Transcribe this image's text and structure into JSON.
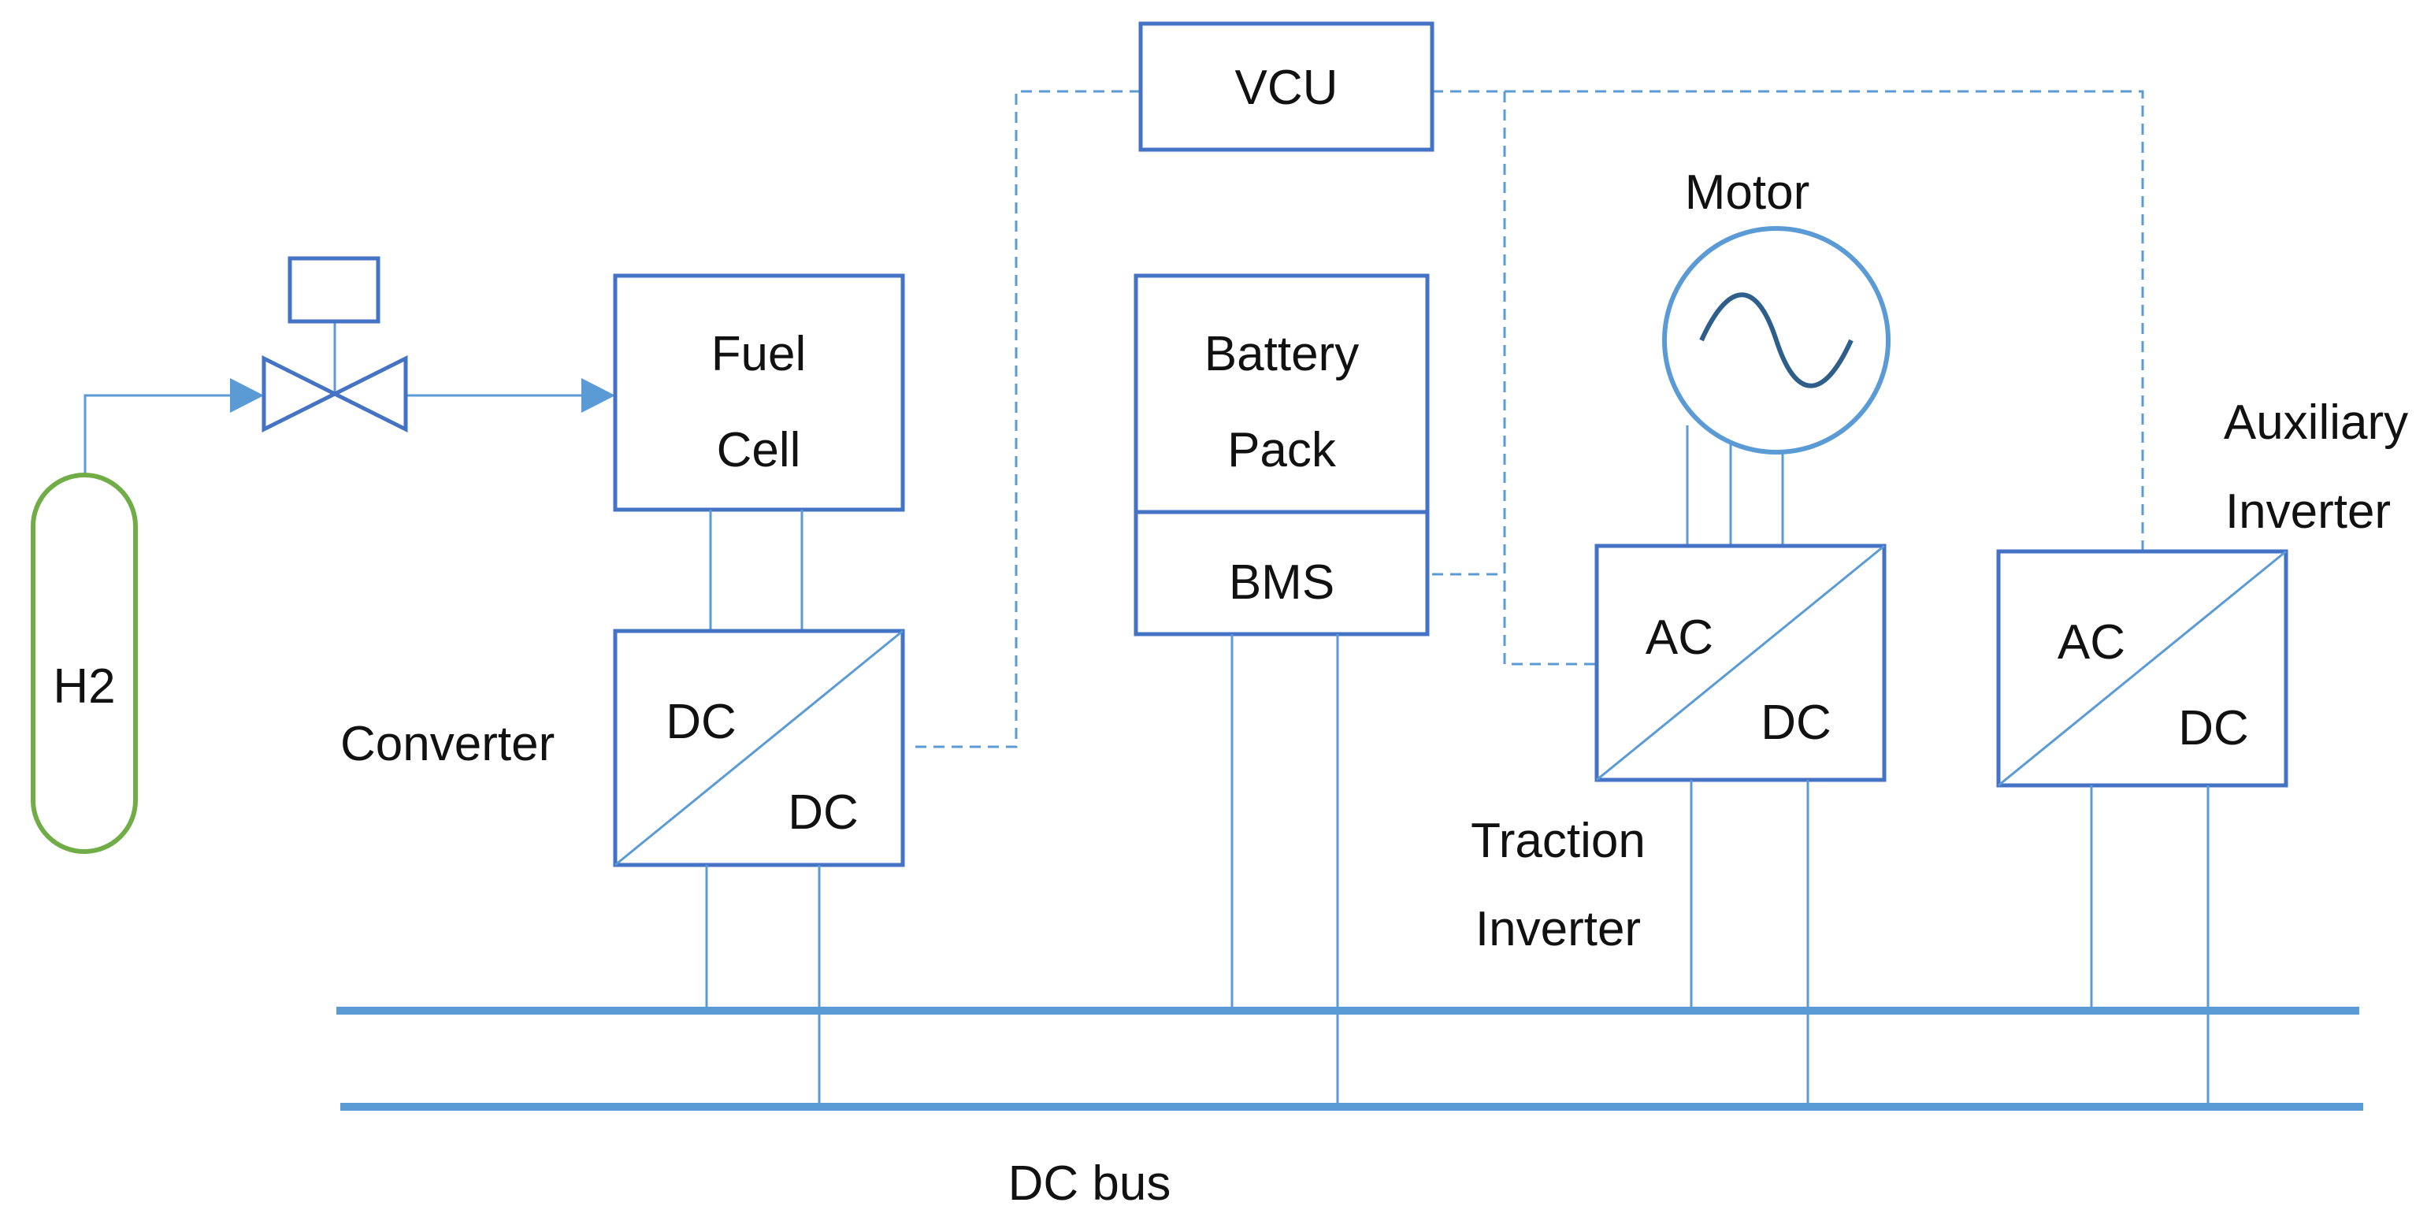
{
  "colors": {
    "box_stroke": "#4472C4",
    "wire": "#5B9BD5",
    "tank_stroke": "#70AD47",
    "motor_stroke": "#5B9BD5",
    "sine_stroke": "#2E5F8A",
    "text": "#111111"
  },
  "icons": {
    "valve": "valve-icon",
    "sine": "sine-wave-icon",
    "arrow": "arrow-head-icon"
  },
  "labels": {
    "vcu": "VCU",
    "motor": "Motor",
    "fuel_cell_line1": "Fuel",
    "fuel_cell_line2": "Cell",
    "battery_line1": "Battery",
    "battery_line2": "Pack",
    "bms": "BMS",
    "h2": "H2",
    "converter": "Converter",
    "conv_dc_top": "DC",
    "conv_dc_bottom": "DC",
    "traction_ac": "AC",
    "traction_dc": "DC",
    "traction_line1": "Traction",
    "traction_line2": "Inverter",
    "aux_ac": "AC",
    "aux_dc": "DC",
    "aux_line1": "Auxiliary",
    "aux_line2": "Inverter",
    "dc_bus": "DC bus"
  }
}
